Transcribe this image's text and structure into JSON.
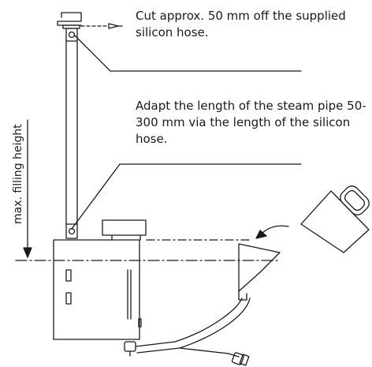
{
  "callouts": {
    "cut_hose": "Cut approx. 50 mm off the supplied silicon hose.",
    "adapt_length": "Adapt the length of the steam pipe 50-300 mm via the length of the silicon hose."
  },
  "side_label": "max. filling height",
  "colors": {
    "stroke": "#1a1a1a",
    "background": "#ffffff"
  }
}
